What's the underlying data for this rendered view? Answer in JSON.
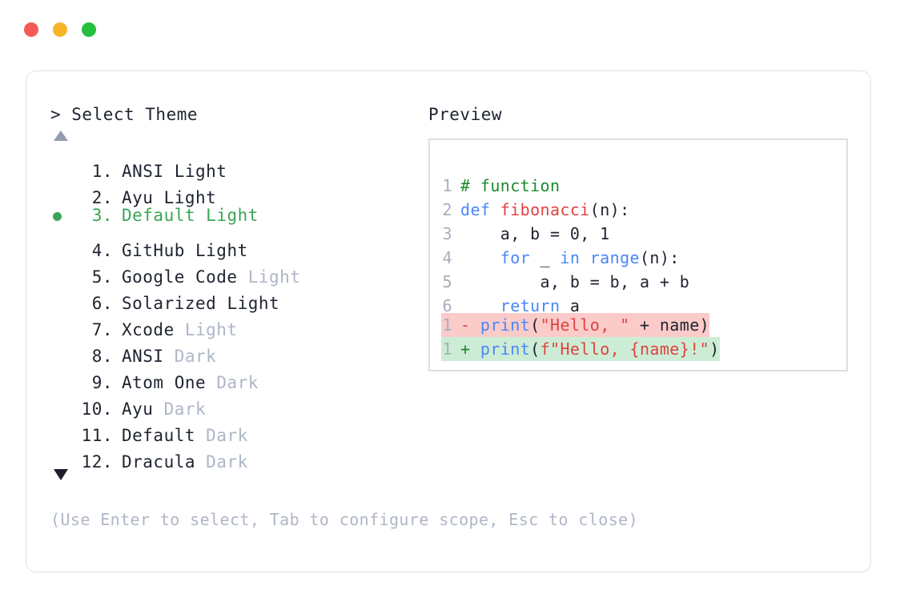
{
  "titlebar": {
    "buttons": [
      {
        "name": "close",
        "color": "#f45b56"
      },
      {
        "name": "minimize",
        "color": "#f5b526"
      },
      {
        "name": "maximize",
        "color": "#24bf3e"
      }
    ]
  },
  "left_panel": {
    "prompt": "> Select Theme",
    "scroll_up_indicator": "▲",
    "scroll_down_indicator": "▼",
    "selected_index": 3,
    "selected_color": "#3aa655",
    "items": [
      {
        "index": "1.",
        "base": "ANSI",
        "variant": "Light",
        "variant_muted": false,
        "selected": false
      },
      {
        "index": "2.",
        "base": "Ayu",
        "variant": "Light",
        "variant_muted": false,
        "selected": false
      },
      {
        "index": "3.",
        "base": "Default",
        "variant": "Light",
        "variant_muted": false,
        "selected": true
      },
      {
        "index": "4.",
        "base": "GitHub",
        "variant": "Light",
        "variant_muted": false,
        "selected": false
      },
      {
        "index": "5.",
        "base": "Google Code",
        "variant": "Light",
        "variant_muted": true,
        "selected": false
      },
      {
        "index": "6.",
        "base": "Solarized",
        "variant": "Light",
        "variant_muted": false,
        "selected": false
      },
      {
        "index": "7.",
        "base": "Xcode",
        "variant": "Light",
        "variant_muted": true,
        "selected": false
      },
      {
        "index": "8.",
        "base": "ANSI",
        "variant": "Dark",
        "variant_muted": true,
        "selected": false
      },
      {
        "index": "9.",
        "base": "Atom One",
        "variant": "Dark",
        "variant_muted": true,
        "selected": false
      },
      {
        "index": "10.",
        "base": "Ayu",
        "variant": "Dark",
        "variant_muted": true,
        "selected": false
      },
      {
        "index": "11.",
        "base": "Default",
        "variant": "Dark",
        "variant_muted": true,
        "selected": false
      },
      {
        "index": "12.",
        "base": "Dracula",
        "variant": "Dark",
        "variant_muted": true,
        "selected": false
      }
    ]
  },
  "right_panel": {
    "title": "Preview",
    "code": {
      "lines": [
        {
          "no": "1",
          "tokens": [
            {
              "t": "# function",
              "c": "comment"
            }
          ]
        },
        {
          "no": "2",
          "tokens": [
            {
              "t": "def ",
              "c": "kw"
            },
            {
              "t": "fibonacci",
              "c": "fn"
            },
            {
              "t": "(n):",
              "c": "plain"
            }
          ]
        },
        {
          "no": "3",
          "tokens": [
            {
              "t": "    a, b = 0, 1",
              "c": "plain"
            }
          ]
        },
        {
          "no": "4",
          "tokens": [
            {
              "t": "    ",
              "c": "plain"
            },
            {
              "t": "for",
              "c": "kw"
            },
            {
              "t": " _ ",
              "c": "plain"
            },
            {
              "t": "in range",
              "c": "kw"
            },
            {
              "t": "(n):",
              "c": "plain"
            }
          ]
        },
        {
          "no": "5",
          "tokens": [
            {
              "t": "        a, b = b, a + b",
              "c": "plain"
            }
          ]
        },
        {
          "no": "6",
          "tokens": [
            {
              "t": "    ",
              "c": "plain"
            },
            {
              "t": "return",
              "c": "kw"
            },
            {
              "t": " a",
              "c": "plain"
            }
          ]
        }
      ]
    },
    "diff": {
      "removed": {
        "no": "1",
        "mark": "-",
        "background": "#fbcbc9",
        "tokens": [
          {
            "t": "print",
            "c": "kw"
          },
          {
            "t": "(",
            "c": "plain"
          },
          {
            "t": "\"Hello, \"",
            "c": "str"
          },
          {
            "t": " + name)",
            "c": "plain"
          }
        ]
      },
      "added": {
        "no": "1",
        "mark": "+",
        "background": "#cdecd5",
        "tokens": [
          {
            "t": "print",
            "c": "kw"
          },
          {
            "t": "(",
            "c": "plain"
          },
          {
            "t": "f\"Hello, ",
            "c": "str"
          },
          {
            "t": "{name}",
            "c": "str"
          },
          {
            "t": "!\"",
            "c": "str"
          },
          {
            "t": ")",
            "c": "plain"
          }
        ]
      }
    }
  },
  "footer": {
    "hint": "(Use Enter to select, Tab to configure scope, Esc to close)"
  }
}
